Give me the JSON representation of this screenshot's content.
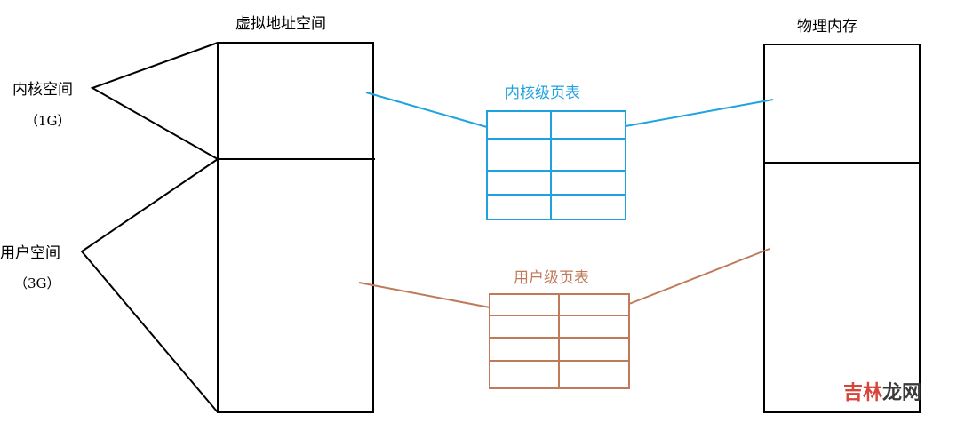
{
  "labels": {
    "virtual_space": "虚拟地址空间",
    "physical_memory": "物理内存",
    "kernel_space": "内核空间",
    "kernel_size": "（1G）",
    "user_space": "用户空间",
    "user_size": "（3G）",
    "kernel_page_table": "内核级页表",
    "user_page_table": "用户级页表"
  },
  "watermark": {
    "part1": "吉林",
    "part2": "龙网"
  },
  "colors": {
    "line": "#000000",
    "kernel": "#1fa3e0",
    "user": "#c07a5a"
  }
}
